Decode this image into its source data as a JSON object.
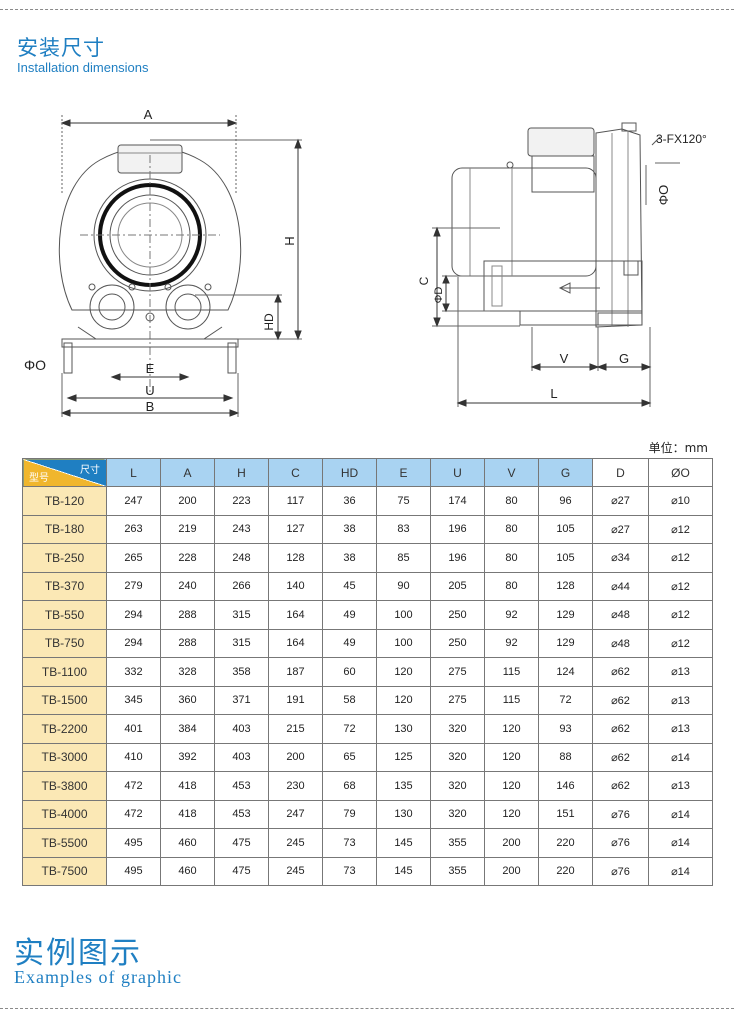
{
  "header": {
    "title_cn": "安装尺寸",
    "title_en": "Installation dimensions"
  },
  "drawing": {
    "front": {
      "A": "A",
      "H": "H",
      "HD": "HD",
      "E": "E",
      "U": "U",
      "B": "B",
      "phiO": "ΦO"
    },
    "side": {
      "note": "3-FX120°",
      "phiO": "ΦO",
      "C": "C",
      "phiD": "ΦD",
      "V": "V",
      "G": "G",
      "L": "L"
    }
  },
  "unit_label": "单位：mm",
  "table": {
    "corner_top": "尺寸",
    "corner_bottom": "型号",
    "columns": [
      "L",
      "A",
      "H",
      "C",
      "HD",
      "E",
      "U",
      "V",
      "G",
      "D",
      "ØO"
    ],
    "rows": [
      {
        "model": "TB-120",
        "values": [
          "247",
          "200",
          "223",
          "117",
          "36",
          "75",
          "174",
          "80",
          "96",
          "⌀27",
          "⌀10"
        ]
      },
      {
        "model": "TB-180",
        "values": [
          "263",
          "219",
          "243",
          "127",
          "38",
          "83",
          "196",
          "80",
          "105",
          "⌀27",
          "⌀12"
        ]
      },
      {
        "model": "TB-250",
        "values": [
          "265",
          "228",
          "248",
          "128",
          "38",
          "85",
          "196",
          "80",
          "105",
          "⌀34",
          "⌀12"
        ]
      },
      {
        "model": "TB-370",
        "values": [
          "279",
          "240",
          "266",
          "140",
          "45",
          "90",
          "205",
          "80",
          "128",
          "⌀44",
          "⌀12"
        ]
      },
      {
        "model": "TB-550",
        "values": [
          "294",
          "288",
          "315",
          "164",
          "49",
          "100",
          "250",
          "92",
          "129",
          "⌀48",
          "⌀12"
        ]
      },
      {
        "model": "TB-750",
        "values": [
          "294",
          "288",
          "315",
          "164",
          "49",
          "100",
          "250",
          "92",
          "129",
          "⌀48",
          "⌀12"
        ]
      },
      {
        "model": "TB-1100",
        "values": [
          "332",
          "328",
          "358",
          "187",
          "60",
          "120",
          "275",
          "115",
          "124",
          "⌀62",
          "⌀13"
        ]
      },
      {
        "model": "TB-1500",
        "values": [
          "345",
          "360",
          "371",
          "191",
          "58",
          "120",
          "275",
          "115",
          "72",
          "⌀62",
          "⌀13"
        ]
      },
      {
        "model": "TB-2200",
        "values": [
          "401",
          "384",
          "403",
          "215",
          "72",
          "130",
          "320",
          "120",
          "93",
          "⌀62",
          "⌀13"
        ]
      },
      {
        "model": "TB-3000",
        "values": [
          "410",
          "392",
          "403",
          "200",
          "65",
          "125",
          "320",
          "120",
          "88",
          "⌀62",
          "⌀14"
        ]
      },
      {
        "model": "TB-3800",
        "values": [
          "472",
          "418",
          "453",
          "230",
          "68",
          "135",
          "320",
          "120",
          "146",
          "⌀62",
          "⌀13"
        ]
      },
      {
        "model": "TB-4000",
        "values": [
          "472",
          "418",
          "453",
          "247",
          "79",
          "130",
          "320",
          "120",
          "151",
          "⌀76",
          "⌀14"
        ]
      },
      {
        "model": "TB-5500",
        "values": [
          "495",
          "460",
          "475",
          "245",
          "73",
          "145",
          "355",
          "200",
          "220",
          "⌀76",
          "⌀14"
        ]
      },
      {
        "model": "TB-7500",
        "values": [
          "495",
          "460",
          "475",
          "245",
          "73",
          "145",
          "355",
          "200",
          "220",
          "⌀76",
          "⌀14"
        ]
      }
    ]
  },
  "examples": {
    "title_cn": "实例图示",
    "title_en": "Examples of graphic"
  }
}
